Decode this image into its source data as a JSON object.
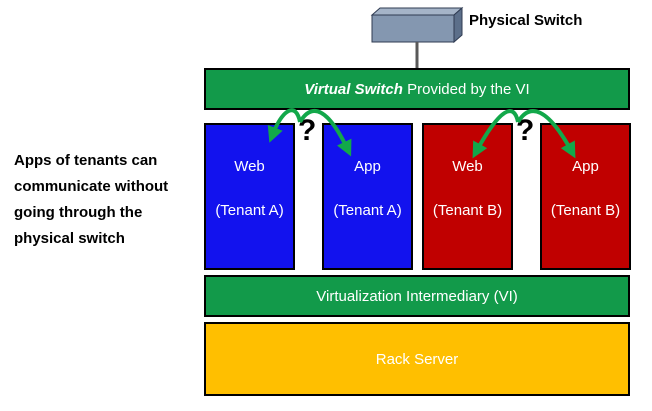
{
  "physical_switch": {
    "label": "Physical Switch"
  },
  "virtual_switch": {
    "italic_part": "Virtual Switch",
    "rest": " Provided by the VI"
  },
  "side_note": {
    "lines": [
      "Apps of tenants can",
      "communicate without",
      "going through the",
      "physical switch"
    ]
  },
  "vms": [
    {
      "role": "Web",
      "tenant": "(Tenant A)"
    },
    {
      "role": "App",
      "tenant": "(Tenant A)"
    },
    {
      "role": "Web",
      "tenant": "(Tenant B)"
    },
    {
      "role": "App",
      "tenant": "(Tenant B)"
    }
  ],
  "questions": [
    "?",
    "?"
  ],
  "intermediary": {
    "label": "Virtualization Intermediary (VI)"
  },
  "rack_server": {
    "label": "Rack Server"
  },
  "colors": {
    "green": "#129a4a",
    "blue": "#1212ee",
    "red": "#c00000",
    "rack": "#ffbf00",
    "switch_gray": "#8497b0",
    "arrow_green": "#12a84a"
  }
}
